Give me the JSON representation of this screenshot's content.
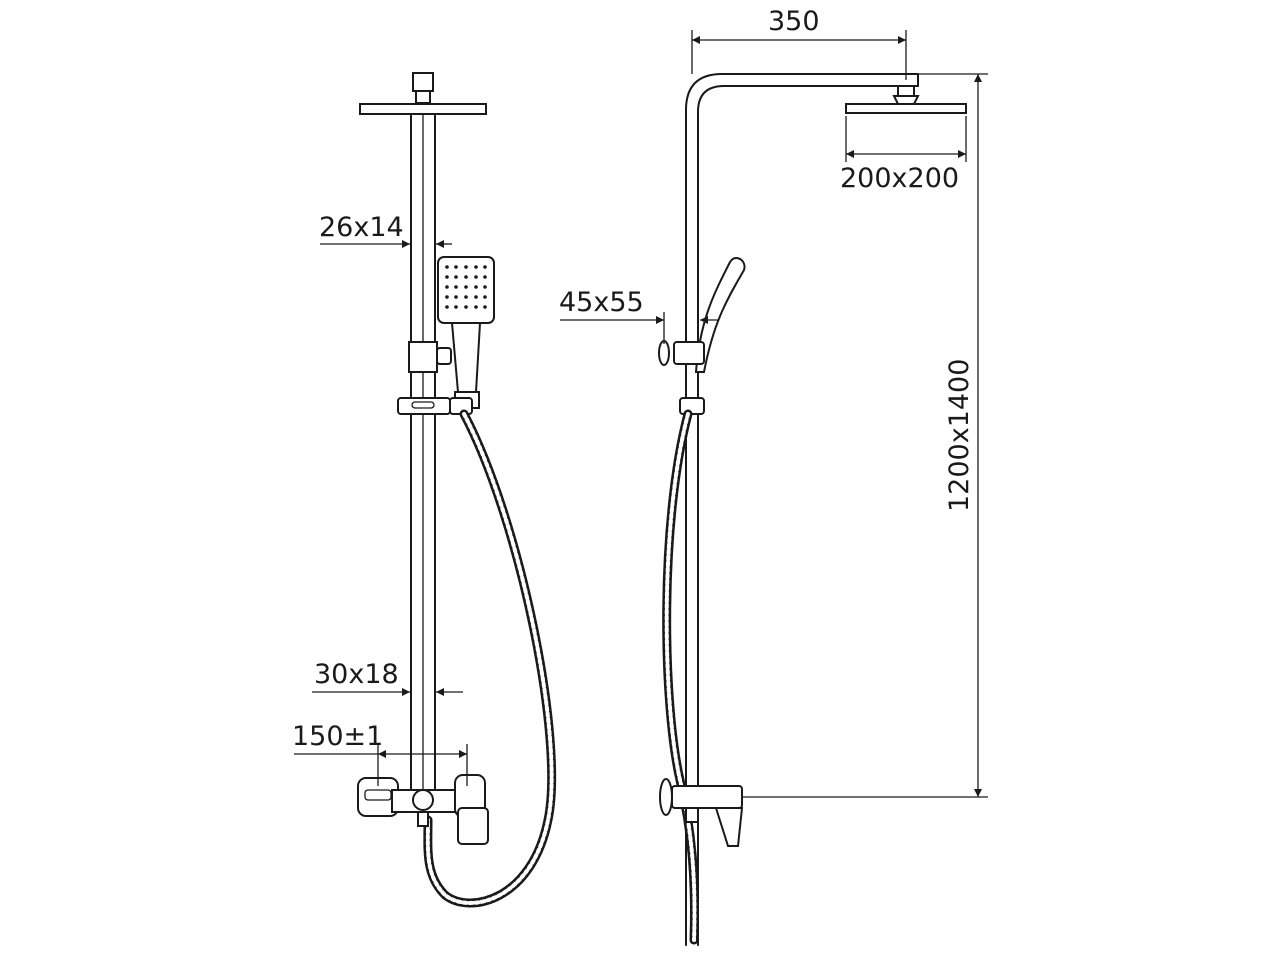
{
  "dimensions": {
    "bar_section_upper": "26x14",
    "handshower_size": "45x55",
    "overhead_reach": "350",
    "rain_head_size": "200x200",
    "height_range": "1200x1400",
    "bar_section_lower": "30x18",
    "mixer_spacing": "150±1"
  },
  "colors": {
    "line": "#1a1a1a",
    "background": "#ffffff"
  }
}
